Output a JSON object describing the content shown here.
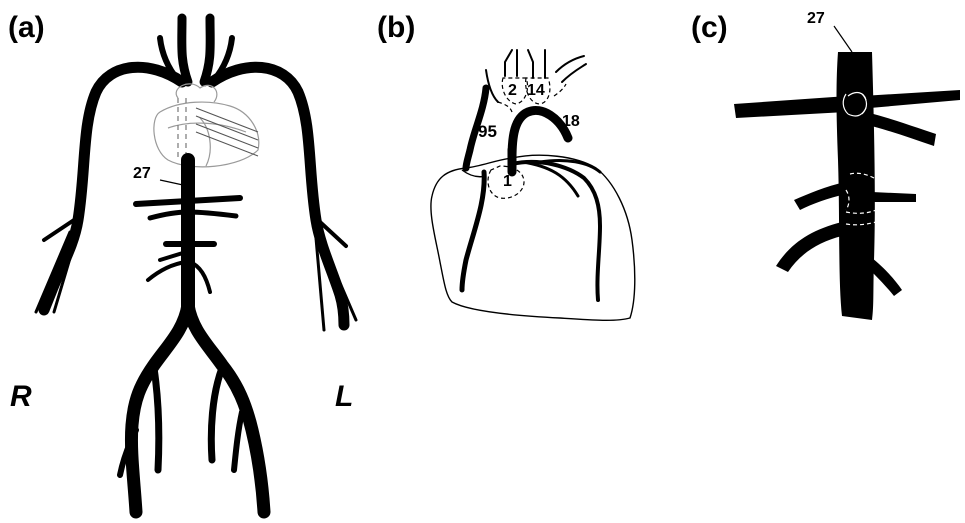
{
  "panels": {
    "a": {
      "label": "(a)",
      "right_label": "R",
      "left_label": "L",
      "marker": "27"
    },
    "b": {
      "label": "(b)",
      "segments": [
        "2",
        "14",
        "95",
        "18",
        "1"
      ]
    },
    "c": {
      "label": "(c)",
      "marker": "27"
    }
  }
}
